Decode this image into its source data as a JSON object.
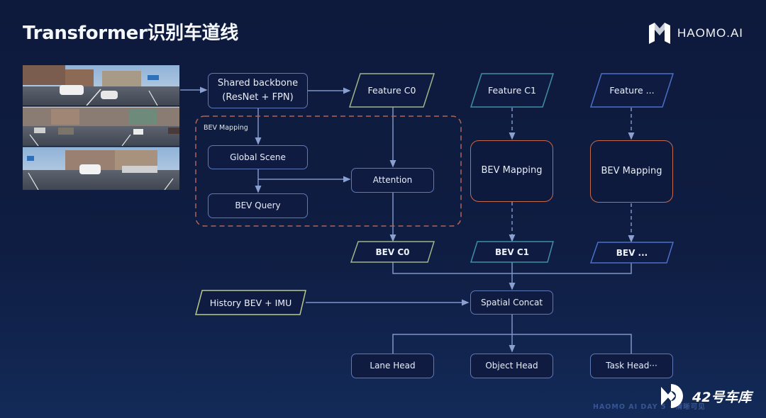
{
  "header": {
    "title": "Transformer识别车道线",
    "brand": "HAOMO.AI"
  },
  "inputs": {
    "camera_images_icon": "multi-camera-photo-grid"
  },
  "diagram": {
    "backbone": {
      "line1": "Shared backbone",
      "line2": "(ResNet + FPN)"
    },
    "features": [
      {
        "label": "Feature C0",
        "color": "#9fb58a"
      },
      {
        "label": "Feature C1",
        "color": "#3f8fa6"
      },
      {
        "label": "Feature ...",
        "color": "#4b6fc8"
      }
    ],
    "bev_mapping_group": {
      "label": "BEV Mapping",
      "border_color": "#c76a4c"
    },
    "global_scene": "Global Scene",
    "bev_query": "BEV Query",
    "attention": "Attention",
    "bev_mapping_nodes": [
      "BEV  Mapping",
      "BEV  Mapping"
    ],
    "bev_outputs": [
      {
        "label": "BEV C0",
        "color": "#9fb58a"
      },
      {
        "label": "BEV C1",
        "color": "#3f8fa6"
      },
      {
        "label": "BEV ...",
        "color": "#4b6fc8"
      }
    ],
    "history": {
      "label": "History BEV + IMU",
      "color": "#b6c98a"
    },
    "spatial_concat": "Spatial Concat",
    "heads": [
      "Lane Head",
      "Object Head",
      "Task Head···"
    ]
  },
  "footer": {
    "watermark": "HAOMO AI DAY 5 · 清晰可见",
    "channel": "42号车库"
  }
}
